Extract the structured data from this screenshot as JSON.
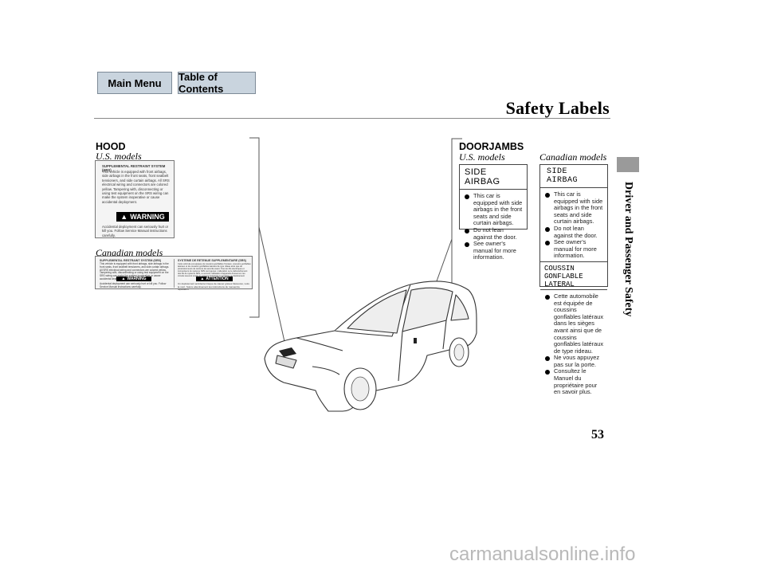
{
  "nav": {
    "main_menu": "Main Menu",
    "table_of_contents": "Table of Contents"
  },
  "header": {
    "title": "Safety Labels"
  },
  "sidebar": {
    "section": "Driver and Passenger Safety"
  },
  "hood": {
    "heading": "HOOD",
    "us_models": "U.S. models",
    "canadian_models": "Canadian models",
    "us_label": {
      "title": "SUPPLEMENTAL RESTRAINT SYSTEM (SRS)",
      "body": "This vehicle is equipped with front airbags, side airbags in the front seats, front seatbelt tensioners, and side curtain airbags. All SRS electrical wiring and connectors are colored yellow. Tampering with, disconnecting or using test equipment on the SRS wiring can make the system inoperative or cause accidental deployment.",
      "warning": "WARNING",
      "warning_text": "Accidental deployment can seriously hurt or kill you. Follow Service Manual instructions carefully."
    },
    "ca_label": {
      "title_en": "SUPPLEMENTAL RESTRAINT SYSTEM (SRS)",
      "title_fr": "SYSTEME DE RETENUE SUPPLEMENTAIRE (SRS)",
      "body_en": "This vehicle is equipped with front airbags, side airbags in the front seats, front seatbelt tensioners, and side curtain airbags. All SRS electrical wiring and connectors are colored yellow. Tampering with, disconnecting or using test equipment on the SRS wiring can make the system inoperative or cause accidental deployment.",
      "body_fr": "Cette vehicule est equipee de coussins gonflables frontaux, coussins gonflables lateraux et de coussins gonflables lateraux de type rideau ainsi que de pretensionneurs de ceinture de securite avant. Tous les fils electriques et connecteurs du systeme SRS sont jaunes. L'alteration ou le debranchement des fils du systeme SRS, ou encore l'utilisation d'appareils d'essai sur ces circuits peuvent rendre le systeme inoperant ou entrainer un deploiement accidentel.",
      "warning": "WARNING",
      "attention": "ATTENTION",
      "warning_text": "Accidental deployment can seriously hurt or kill you. Follow Service Manual instructions carefully.",
      "attention_text": "Un deploiement accidentel risque de causer graves blessures, voire la mort. Suivre attentivement les instructions du manuel de reparation."
    }
  },
  "doorjambs": {
    "heading": "DOORJAMBS",
    "us_models": "U.S. models",
    "canadian_models": "Canadian models",
    "us_label": {
      "title": "SIDE AIRBAG",
      "bullets": [
        "This car is equipped with side airbags in the front seats and side curtain airbags.",
        "Do not lean against the door.",
        "See owner's manual for more information."
      ]
    },
    "ca_label": {
      "title_en": "SIDE AIRBAG",
      "bullets_en": [
        "This car is equipped with side airbags in the front seats and side curtain airbags.",
        "Do not lean against the door.",
        "See owner's manual for more information."
      ],
      "title_fr_1": "COUSSIN GONFLABLE",
      "title_fr_2": "LATERAL",
      "bullets_fr": [
        "Cette automobile est équipée de coussins gonflables latéraux dans les sièges avant ainsi que de coussins gonflables latéraux de type rideau.",
        "Ne vous appuyez pas sur la porte.",
        "Consultez le Manuel du propriétaire pour en savoir plus."
      ]
    }
  },
  "footer": {
    "page_number": "53"
  },
  "watermark": "carmanualsonline.info"
}
